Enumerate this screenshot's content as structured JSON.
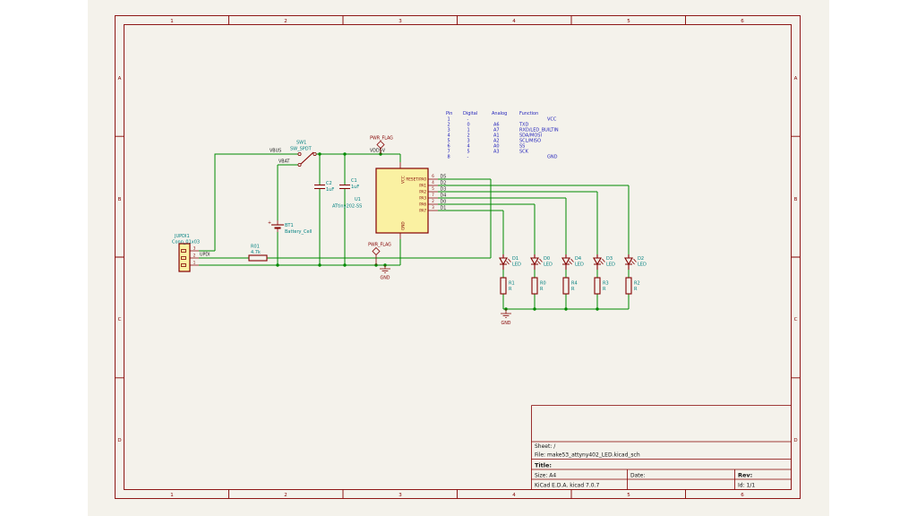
{
  "colors": {
    "background": "#F4F2EB",
    "wire_green": "#008A00",
    "symbol_dark_red": "#840000",
    "ref_value_teal": "#008080",
    "net_label_black": "#1a1a1a",
    "table_blue": "#2222BB",
    "body_fill_yellow": "#FAF1A2"
  },
  "frame": {
    "cols": [
      "1",
      "2",
      "3",
      "4",
      "5",
      "6"
    ],
    "rows": [
      "A",
      "B",
      "C",
      "D"
    ]
  },
  "pin_table": {
    "headers": {
      "pin": "Pin",
      "digital": "Digital",
      "analog": "Analog",
      "function": "Function"
    },
    "rows": [
      {
        "pin": "1",
        "digital": "-",
        "analog": "",
        "function": "VCC"
      },
      {
        "pin": "2",
        "digital": "0",
        "analog": "A6",
        "function": "TXD"
      },
      {
        "pin": "3",
        "digital": "1",
        "analog": "A7",
        "function": "RXD/LED_BUILTIN"
      },
      {
        "pin": "4",
        "digital": "2",
        "analog": "A1",
        "function": "SDA/MOSI"
      },
      {
        "pin": "5",
        "digital": "3",
        "analog": "A2",
        "function": "SCL/MISO"
      },
      {
        "pin": "6",
        "digital": "4",
        "analog": "A0",
        "function": "SS"
      },
      {
        "pin": "7",
        "digital": "5",
        "analog": "A3",
        "function": "SCK"
      },
      {
        "pin": "8",
        "digital": "-",
        "analog": "",
        "function": "GND"
      }
    ]
  },
  "mcu": {
    "ref": "U1",
    "value": "ATtiny202-SS",
    "vcc": "VCC",
    "gnd": "GND",
    "pins": [
      {
        "num": "6",
        "name": "RESET/PA0",
        "net": "D5"
      },
      {
        "num": "4",
        "name": "PA1",
        "net": "D2"
      },
      {
        "num": "5",
        "name": "PA2",
        "net": "D3"
      },
      {
        "num": "7",
        "name": "PA3",
        "net": "D4"
      },
      {
        "num": "2",
        "name": "PA6",
        "net": "D0"
      },
      {
        "num": "3",
        "name": "PA7",
        "net": "D1"
      }
    ]
  },
  "connector": {
    "ref": "JUPDI1",
    "value": "Conn_01x03",
    "pins": [
      "3",
      "2",
      "1"
    ]
  },
  "series_resistor": {
    "ref": "R01",
    "value": "4.7k"
  },
  "switch": {
    "ref": "SW1",
    "value": "SW_SPDT"
  },
  "caps": [
    {
      "ref": "C2",
      "value": "1uF"
    },
    {
      "ref": "C1",
      "value": "1uF"
    }
  ],
  "battery": {
    "ref": "BT1",
    "value": "Battery_Cell",
    "plus": "+"
  },
  "leds": [
    {
      "ref": "D1",
      "value": "LED"
    },
    {
      "ref": "D0",
      "value": "LED"
    },
    {
      "ref": "D4",
      "value": "LED"
    },
    {
      "ref": "D3",
      "value": "LED"
    },
    {
      "ref": "D2",
      "value": "LED"
    }
  ],
  "resistors": [
    {
      "ref": "R1",
      "value": "R"
    },
    {
      "ref": "R0",
      "value": "R"
    },
    {
      "ref": "R4",
      "value": "R"
    },
    {
      "ref": "R3",
      "value": "R"
    },
    {
      "ref": "R2",
      "value": "R"
    }
  ],
  "net_labels": {
    "vbus": "VBUS",
    "vbat": "VBAT",
    "vdd5v": "VDD5V",
    "updi": "UPDI"
  },
  "power": {
    "pwr_flag_top": "PWR_FLAG",
    "pwr_flag_bottom": "PWR_FLAG",
    "gnd_mcu": "GND",
    "gnd_leds": "GND"
  },
  "title_block": {
    "sheet": "Sheet: /",
    "file": "File: make53_attyny402_LED.kicad_sch",
    "title_label": "Title:",
    "size": "Size: A4",
    "date": "Date:",
    "rev": "Rev:",
    "generator": "KiCad E.D.A.  kicad 7.0.7",
    "id": "Id: 1/1"
  }
}
